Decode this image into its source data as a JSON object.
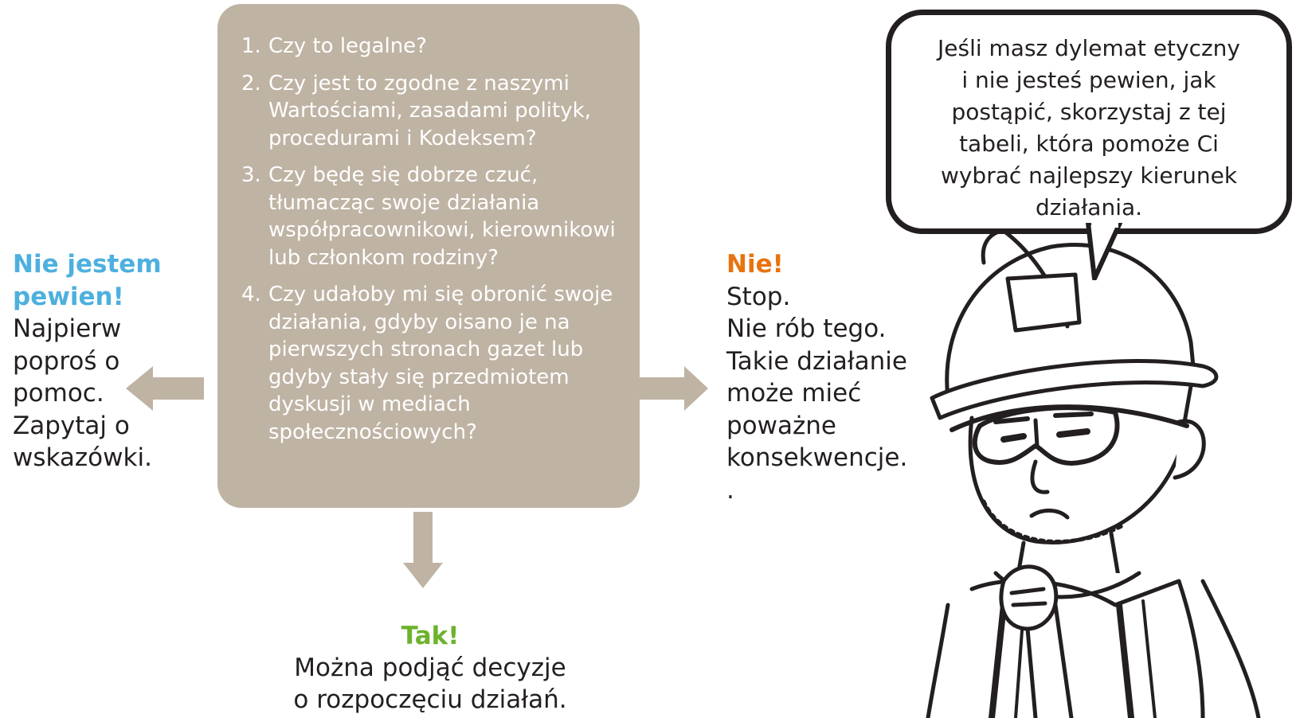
{
  "questions": [
    {
      "num": "1.",
      "text": "Czy to legalne?"
    },
    {
      "num": "2.",
      "text": "Czy jest to zgodne z naszymi Wartościami, zasadami polityk, procedurami i Kodeksem?"
    },
    {
      "num": "3.",
      "text": "Czy będę się dobrze czuć, tłumacząc swoje działania współpracownikowi, kierownikowi lub członkom rodziny?"
    },
    {
      "num": "4.",
      "text": "Czy udałoby mi się obronić swoje działania, gdyby oisano je na pierwszych stronach gazet lub gdyby stały się przedmiotem dyskusji w mediach społecznościowych?"
    }
  ],
  "left": {
    "heading": [
      "Nie jestem",
      "pewien!"
    ],
    "body": [
      "Najpierw",
      "poproś o",
      "pomoc.",
      "Zapytaj o",
      "wskazówki."
    ]
  },
  "right": {
    "heading": "Nie!",
    "body": [
      "Stop.",
      "Nie rób tego.",
      "Takie działanie",
      "może mieć",
      "poważne",
      "konsekwencje.",
      "."
    ]
  },
  "bottom": {
    "heading": "Tak!",
    "body": [
      "Można podjąć decyzje",
      "o rozpoczęciu działań."
    ]
  },
  "bubble": {
    "lines": [
      "Jeśli masz dylemat etyczny",
      "i nie jesteś pewien, jak",
      "postąpić, skorzystaj z tej",
      "tabeli, która pomoże Ci",
      "wybrać najlepszy kierunek",
      "działania."
    ]
  },
  "colors": {
    "box": "#bfb3a4",
    "arrow": "#bfb3a4",
    "unsure": "#4db0de",
    "no": "#e8730f",
    "yes": "#6db22c"
  },
  "icons": {
    "left_arrow": "arrow-left-icon",
    "right_arrow": "arrow-right-icon",
    "down_arrow": "arrow-down-icon",
    "character": "construction-worker-illustration"
  }
}
